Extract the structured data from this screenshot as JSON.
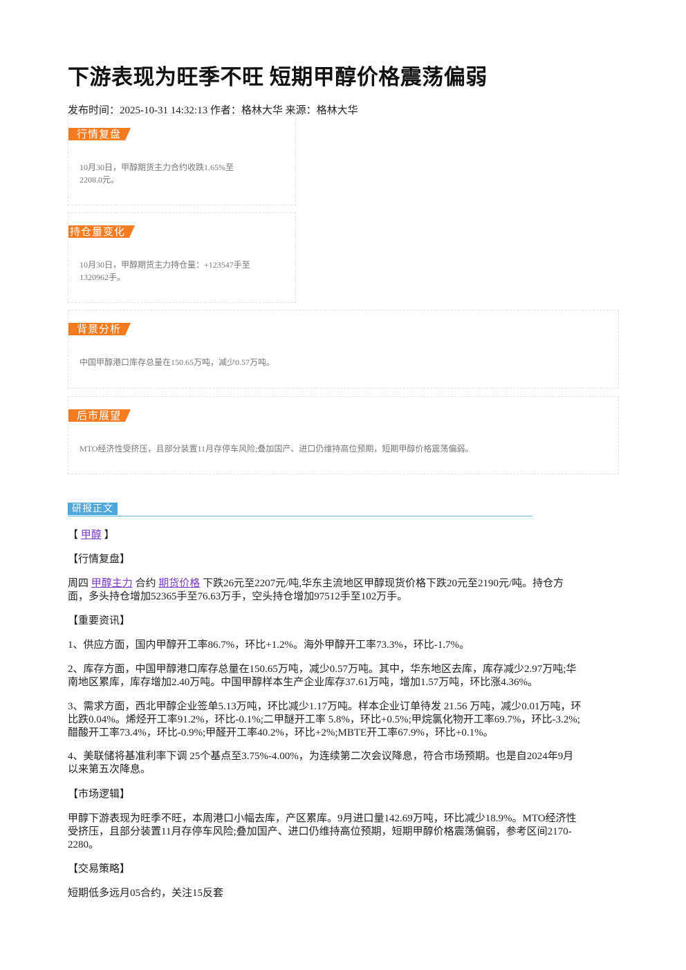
{
  "title": "下游表现为旺季不旺 短期甲醇价格震荡偏弱",
  "meta": "发布时间：2025-10-31 14:32:13 作者：格林大华 来源：格林大华",
  "boxes": [
    {
      "tag": "行情复盘",
      "line1": "10月30日，甲醇期货主力合约收跌1.65%至",
      "line2": "2208.0元。"
    },
    {
      "tag": "持仓量变化",
      "line1": "10月30日，甲醇期货主力持仓量：+123547手至",
      "line2": "1320962手。"
    },
    {
      "tag": "背景分析",
      "line1": "中国甲醇港口库存总量在150.65万吨，减少0.57万吨。"
    },
    {
      "tag": "后市展望",
      "line1": "MTO经济性受挤压，且部分装置11月存停车风险;叠加国产、进口仍维持高位预期，短期甲醇价格震荡偏弱。"
    }
  ],
  "section": {
    "tag": "研报正文"
  },
  "body": {
    "keyword_open": "【 ",
    "keyword_link": "甲醇",
    "keyword_close": " 】",
    "h_review": "【行情复盘】",
    "review_pre": "周四 ",
    "review_link1": "甲醇主力",
    "review_mid": " 合约 ",
    "review_link2": "期货价格",
    "review_l1_rest": " 下跌26元至2207元/吨,华东主流地区甲醇现货价格下跌20元至2190元/吨。持仓方",
    "review_l2": "面，多头持仓增加52365手至76.63万手，空头持仓增加97512手至102万手。",
    "h_news": "【重要资讯】",
    "news1": "1、供应方面，国内甲醇开工率86.7%，环比+1.2%。海外甲醇开工率73.3%，环比-1.7%。",
    "news2_l1": "2、库存方面，中国甲醇港口库存总量在150.65万吨，减少0.57万吨。其中，华东地区去库，库存减少2.97万吨;华",
    "news2_l2": "南地区累库，库存增加2.40万吨。中国甲醇样本生产企业库存37.61万吨，增加1.57万吨，环比涨4.36%。",
    "news3_l1": "3、需求方面，西北甲醇企业签单5.13万吨，环比减少1.17万吨。样本企业订单待发 21.56 万吨，减少0.01万吨，环",
    "news3_l2": "比跌0.04%。烯烃开工率91.2%，环比-0.1%;二甲醚开工率 5.8%，环比+0.5%;甲烷氯化物开工率69.7%，环比-3.2%;",
    "news3_l3": "醋酸开工率73.4%，环比-0.9%;甲醛开工率40.2%，环比+2%;MBTE开工率67.9%，环比+0.1%。",
    "news4_l1": "4、美联储将基准利率下调 25个基点至3.75%-4.00%，为连续第二次会议降息，符合市场预期。也是自2024年9月",
    "news4_l2": "以来第五次降息。",
    "h_logic": "【市场逻辑】",
    "logic_l1": "甲醇下游表现为旺季不旺，本周港口小幅去库，产区累库。9月进口量142.69万吨，环比减少18.9%。MTO经济性",
    "logic_l2": "受挤压，且部分装置11月存停车风险;叠加国产、进口仍维持高位预期，短期甲醇价格震荡偏弱，参考区间2170-",
    "logic_l3": "2280。",
    "h_strategy": "【交易策略】",
    "strategy": "短期低多远月05合约，关注15反套"
  }
}
